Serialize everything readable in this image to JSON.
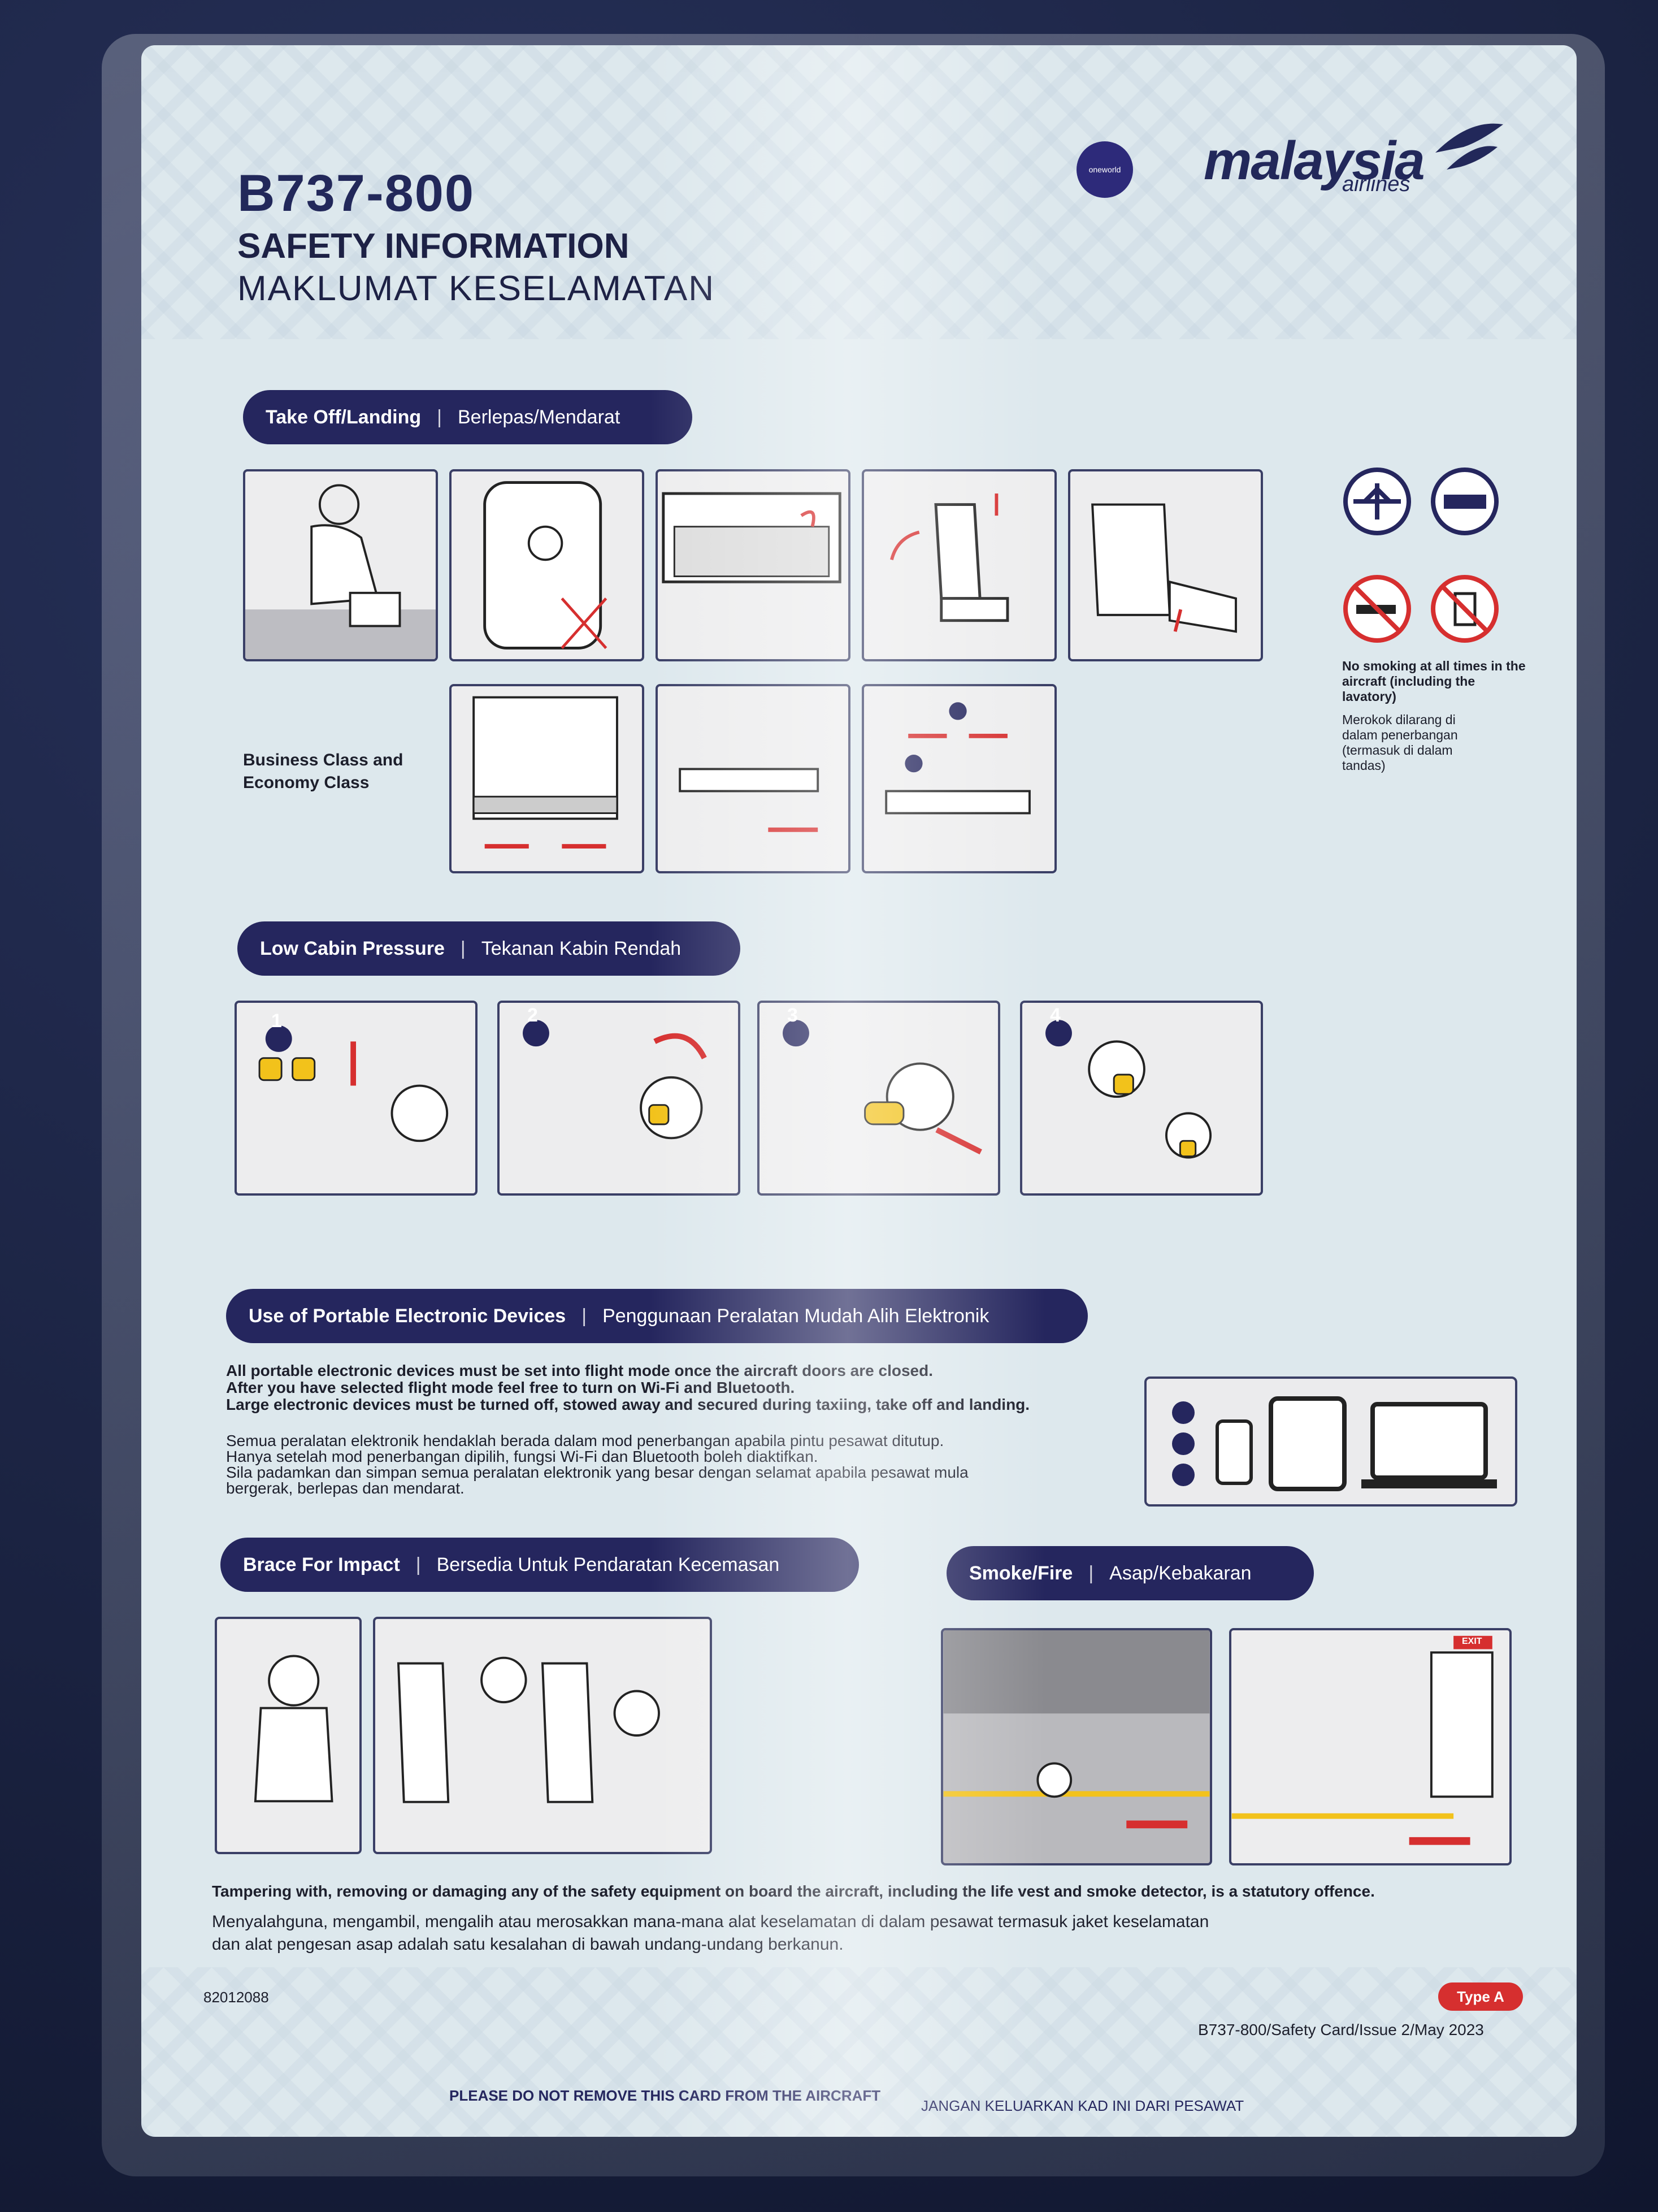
{
  "header": {
    "model": "B737-800",
    "title_en": "SAFETY INFORMATION",
    "title_ms": "MAKLUMAT KESELAMATAN",
    "oneworld": "oneworld",
    "brand": "malaysia",
    "brand_sub": "airlines"
  },
  "sections": {
    "takeoff": {
      "en": "Take Off/Landing",
      "ms": "Berlepas/Mendarat"
    },
    "class_label": "Business Class and Economy Class",
    "no_smoking_en": "No smoking at all times in the aircraft (including the lavatory)",
    "no_smoking_ms": "Merokok dilarang di dalam penerbangan (termasuk di dalam tandas)",
    "pressure": {
      "en": "Low Cabin Pressure",
      "ms": "Tekanan Kabin Rendah"
    },
    "pressure_steps": [
      "1",
      "2",
      "3",
      "4"
    ],
    "ped": {
      "en": "Use of Portable Electronic Devices",
      "ms": "Penggunaan Peralatan Mudah Alih Elektronik"
    },
    "ped_en_lines": [
      "All portable electronic devices must be set into flight mode once the aircraft doors are closed.",
      "After you have selected flight mode feel free to turn on Wi-Fi and Bluetooth.",
      "Large electronic devices must be turned off, stowed away and secured during taxiing, take off and landing."
    ],
    "ped_ms_lines": [
      "Semua peralatan elektronik hendaklah berada dalam mod penerbangan apabila pintu pesawat ditutup.",
      "Hanya setelah mod penerbangan dipilih, fungsi Wi-Fi dan Bluetooth boleh diaktifkan.",
      "Sila padamkan dan simpan semua peralatan elektronik yang besar dengan selamat apabila pesawat mula",
      "bergerak, berlepas dan mendarat."
    ],
    "brace": {
      "en": "Brace For Impact",
      "ms": "Bersedia Untuk Pendaratan Kecemasan"
    },
    "smoke": {
      "en": "Smoke/Fire",
      "ms": "Asap/Kebakaran"
    },
    "exit_sign": "EXIT"
  },
  "footer": {
    "tamper_en": "Tampering with, removing or damaging any of the safety equipment on board the aircraft, including the life vest and smoke detector, is a statutory offence.",
    "tamper_ms_1": "Menyalahguna, mengambil, mengalih atau merosakkan mana-mana alat keselamatan di dalam pesawat termasuk jaket keselamatan",
    "tamper_ms_2": "dan alat pengesan asap adalah satu kesalahan di bawah undang-undang berkanun.",
    "code": "82012088",
    "type": "Type A",
    "issue": "B737-800/Safety Card/Issue 2/May 2023",
    "notice_en": "PLEASE DO NOT REMOVE THIS CARD FROM THE AIRCRAFT",
    "notice_ms": "JANGAN KELUARKAN KAD INI DARI PESAWAT"
  },
  "colors": {
    "navy": "#25265e",
    "red": "#d62f2f",
    "card": "#dde8ed",
    "yellow": "#f2c21b"
  }
}
